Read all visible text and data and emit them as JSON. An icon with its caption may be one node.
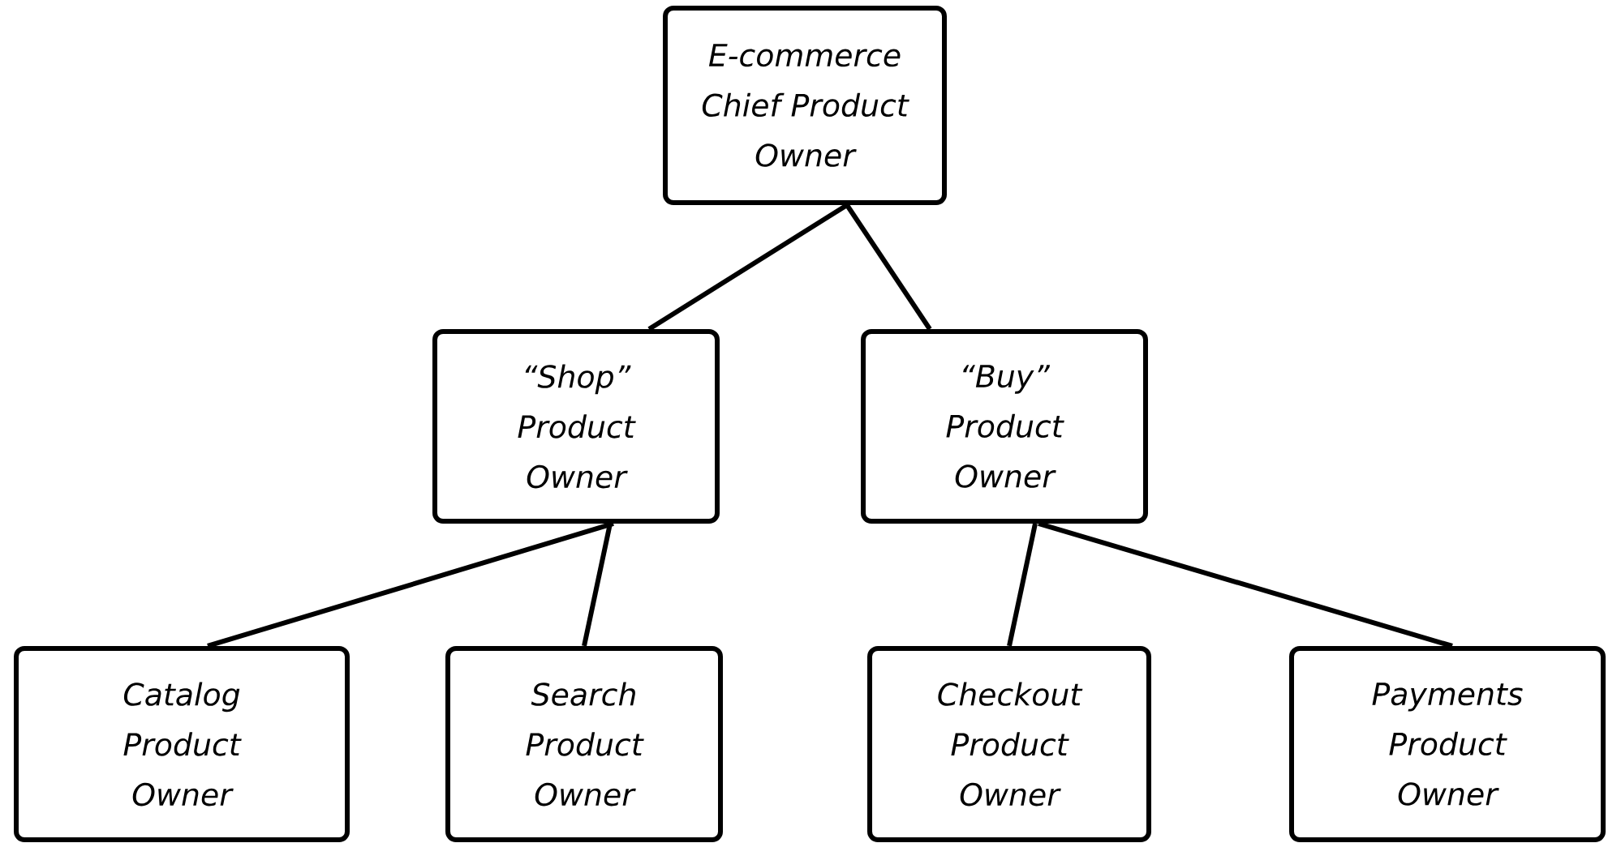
{
  "diagram": {
    "nodes": [
      {
        "text": [
          "E-commerce Chief Product Owner"
        ]
      },
      {
        "text": [
          "“Shop” Product Owner"
        ]
      },
      {
        "text": [
          "“Buy” Product Owner"
        ]
      },
      {
        "text": [
          "Catalog Product Owner"
        ]
      },
      {
        "text": [
          "Search Product Owner"
        ]
      },
      {
        "text": [
          "Checkout Product Owner"
        ]
      },
      {
        "text": [
          "Payments Product Owner"
        ]
      }
    ],
    "edges": [
      {
        "from": 0,
        "to": 1,
        "arrow": "none"
      },
      {
        "from": 0,
        "to": 2,
        "arrow": "none"
      },
      {
        "from": 1,
        "to": 3,
        "arrow": "none"
      },
      {
        "from": 1,
        "to": 4,
        "arrow": "none"
      },
      {
        "from": 2,
        "to": 5,
        "arrow": "none"
      },
      {
        "from": 2,
        "to": 6,
        "arrow": "none"
      }
    ]
  }
}
